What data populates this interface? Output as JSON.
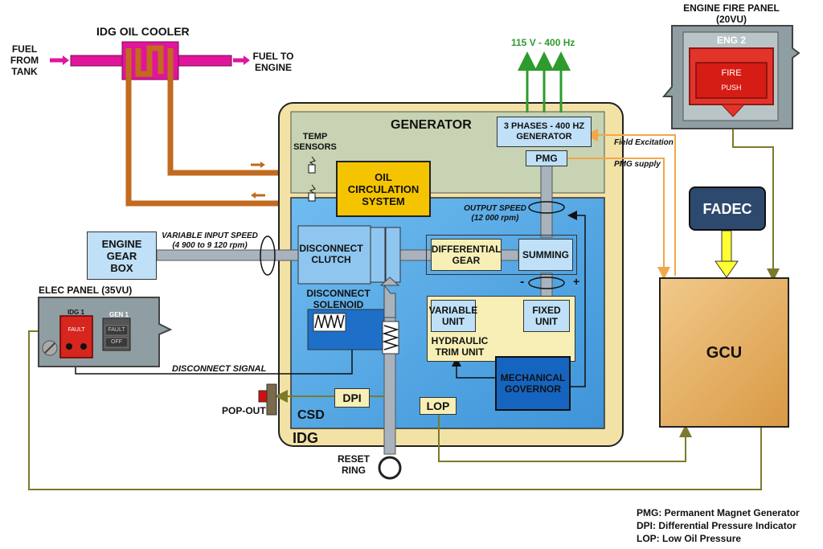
{
  "fuel": {
    "from_tank": "FUEL FROM TANK",
    "to_engine": "FUEL TO ENGINE"
  },
  "oil_cooler": {
    "title": "IDG OIL COOLER"
  },
  "power_out": {
    "label": "115 V - 400 Hz"
  },
  "fire_panel": {
    "title": "ENGINE FIRE PANEL (20VU)",
    "eng_label": "ENG 2",
    "fire_text": "FIRE",
    "push_text": "PUSH"
  },
  "generator": {
    "title": "GENERATOR",
    "three_phase": "3 PHASES - 400 HZ GENERATOR",
    "pmg": "PMG",
    "temp_sensors": "TEMP SENSORS"
  },
  "oil_system": {
    "label": "OIL CIRCULATION SYSTEM"
  },
  "signals": {
    "field_excitation": "Field Excitation",
    "pmg_supply": "PMG supply",
    "disconnect_signal": "DISCONNECT SIGNAL"
  },
  "fadec": {
    "label": "FADEC"
  },
  "gcu": {
    "label": "GCU"
  },
  "output_speed": {
    "label": "OUTPUT SPEED",
    "value": "(12 000 rpm)"
  },
  "input_speed": {
    "label": "VARIABLE INPUT SPEED",
    "value": "(4 900 to 9 120 rpm)"
  },
  "gearbox": {
    "label": "ENGINE GEAR BOX"
  },
  "csd": {
    "label": "CSD",
    "disconnect_clutch": "DISCONNECT CLUTCH",
    "differential_gear": "DIFFERENTIAL GEAR",
    "summing": "SUMMING",
    "disconnect_solenoid": "DISCONNECT SOLENOID",
    "variable_unit": "VARIABLE UNIT",
    "fixed_unit": "FIXED UNIT",
    "hydraulic_trim": "HYDRAULIC TRIM UNIT",
    "mechanical_governor": "MECHANICAL GOVERNOR",
    "minus": "-",
    "plus": "+"
  },
  "idg": {
    "label": "IDG"
  },
  "elec_panel": {
    "title": "ELEC PANEL (35VU)",
    "idg1": "IDG 1",
    "gen1": "GEN 1",
    "fault": "FAULT",
    "off": "OFF"
  },
  "dpi": {
    "label": "DPI"
  },
  "lop": {
    "label": "LOP"
  },
  "popout": {
    "label": "POP-OUT"
  },
  "reset": {
    "label": "RESET RING"
  },
  "legend": {
    "pmg": "PMG: Permanent Magnet Generator",
    "dpi": "DPI: Differential Pressure Indicator",
    "lop": "LOP: Low Oil Pressure"
  },
  "colors": {
    "fuel": "#e0159c",
    "oil": "#c26a1e",
    "power": "#2e9b2e",
    "signal_olive": "#7b7a2a",
    "signal_orange": "#f0a84a",
    "csd_blue": "#4da6e8",
    "idg_tan": "#f3e2a6",
    "oil_yellow": "#f5c400",
    "gcu_orange": "#e3b060",
    "fadec_navy": "#2d4a6e",
    "governor_blue": "#1565c0"
  }
}
